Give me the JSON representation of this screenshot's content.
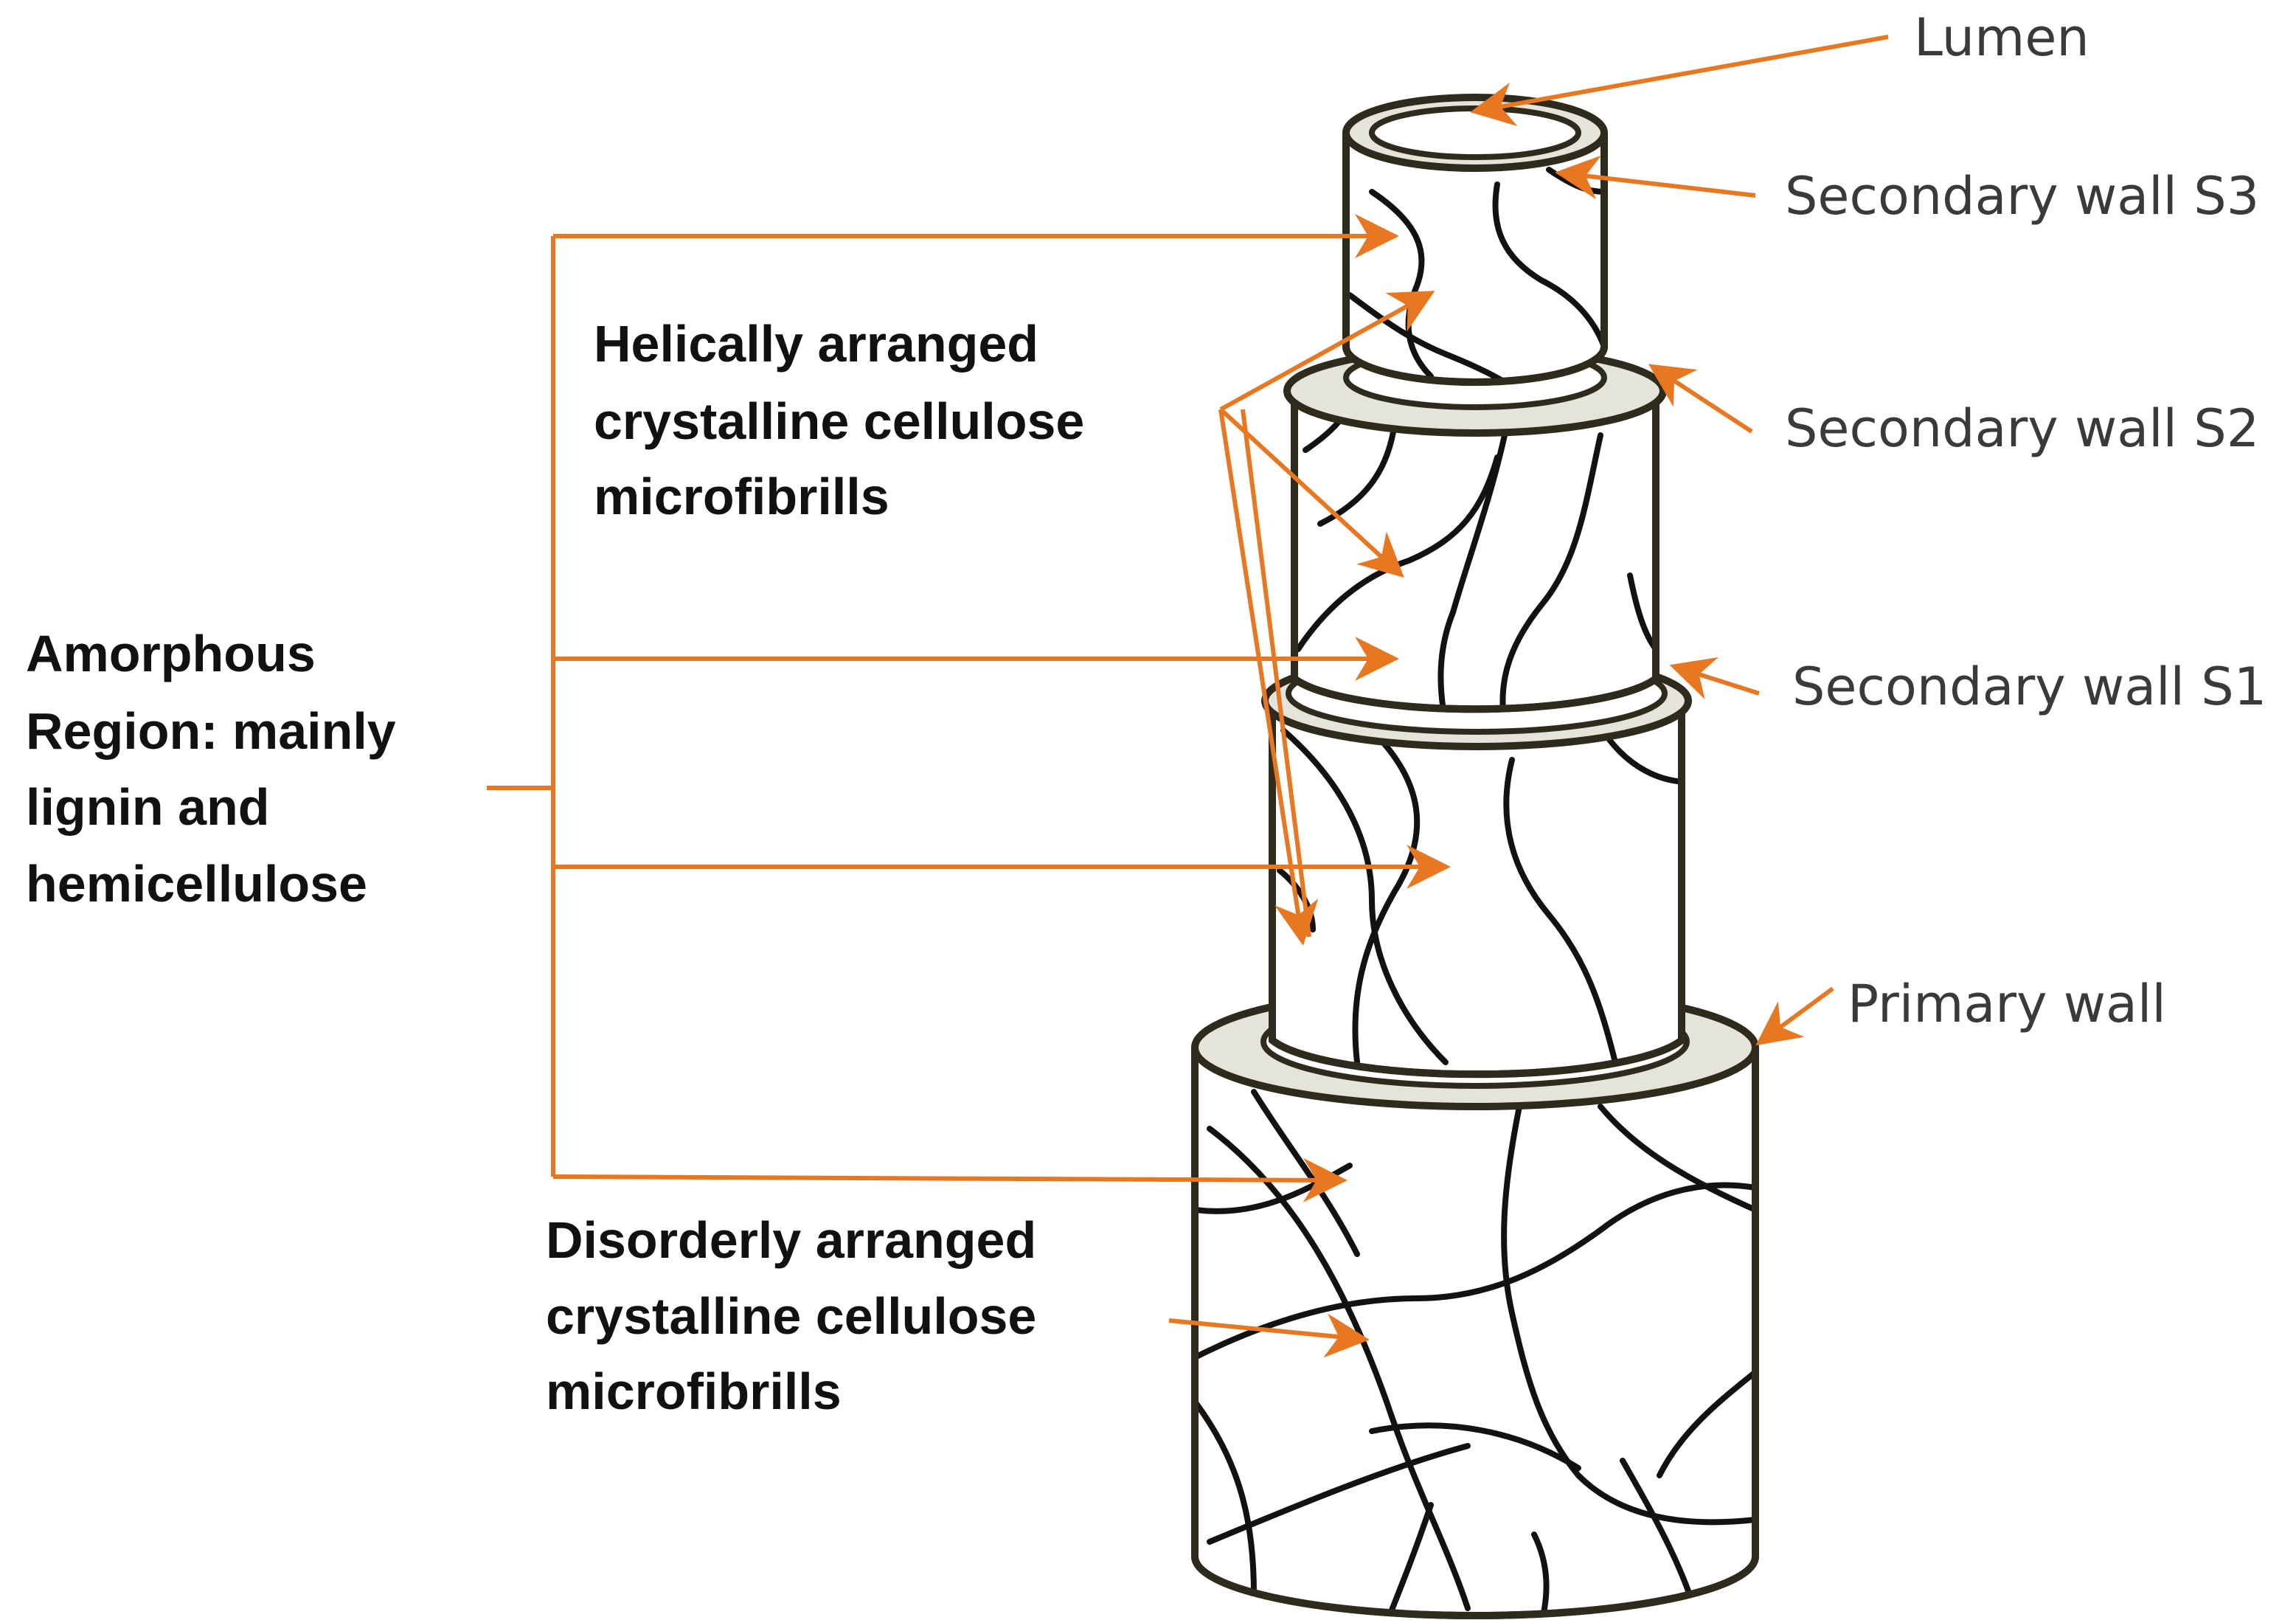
{
  "labels": {
    "lumen": "Lumen",
    "s3": "Secondary wall S3",
    "s2": "Secondary wall S2",
    "s1": "Secondary wall S1",
    "primary": "Primary wall",
    "helical": [
      "Helically arranged",
      "crystalline cellulose",
      "microfibrills"
    ],
    "disorderly": [
      "Disorderly arranged",
      "crystalline cellulose",
      "microfibrills"
    ],
    "amorphous": [
      "Amorphous",
      "Region: mainly",
      "lignin and",
      "hemicellulose"
    ]
  },
  "colors": {
    "arrow": "#e87722",
    "ring_fill": "#e5e4da",
    "outline": "#2e2b1c",
    "fibril": "#121212"
  }
}
